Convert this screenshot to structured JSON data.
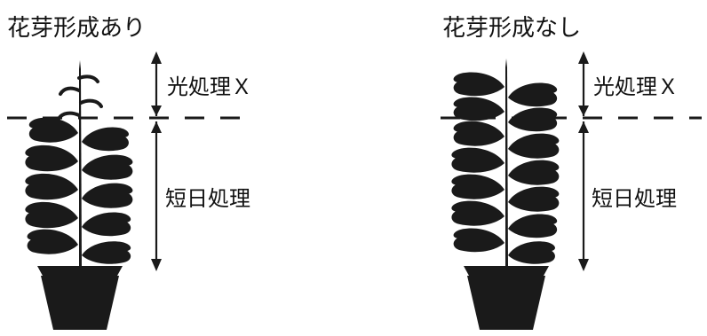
{
  "left_panel": {
    "title": "花芽形成あり",
    "light_label": "光処理Ｘ",
    "short_day_label": "短日処理"
  },
  "right_panel": {
    "title": "花芽形成なし",
    "light_label": "光処理Ｘ",
    "short_day_label": "短日処理"
  },
  "colors": {
    "ink": "#1a1a1a",
    "background": "#ffffff"
  }
}
